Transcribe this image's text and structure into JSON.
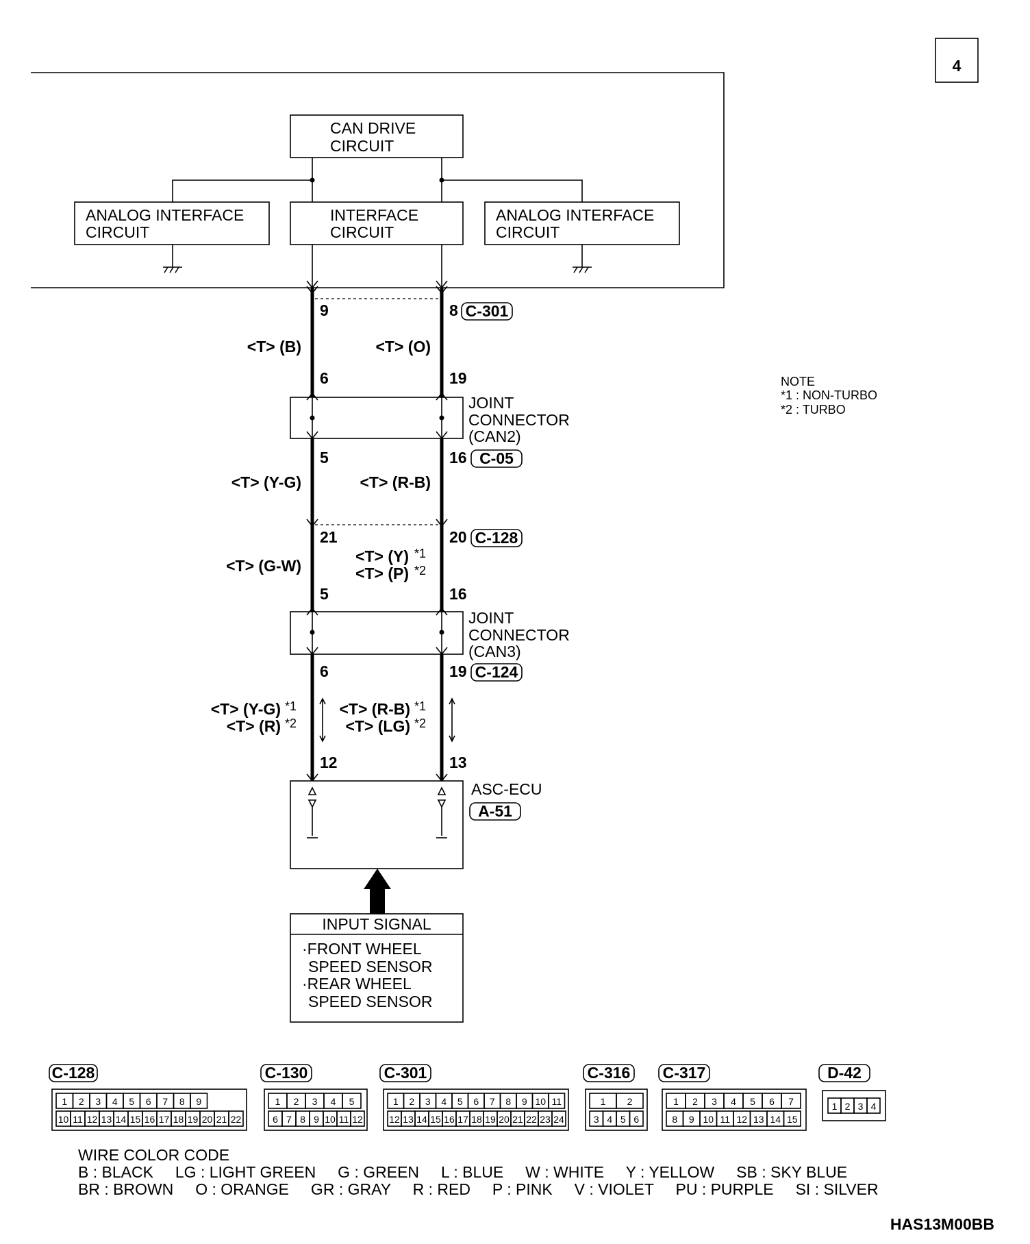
{
  "page_number": "4",
  "blocks": {
    "can_drive": [
      "CAN DRIVE",
      "CIRCUIT"
    ],
    "analog_left": [
      "ANALOG INTERFACE",
      "CIRCUIT"
    ],
    "interface": [
      "INTERFACE",
      "CIRCUIT"
    ],
    "analog_right": [
      "ANALOG INTERFACE",
      "CIRCUIT"
    ]
  },
  "connectors": {
    "c301_pins": [
      "9",
      "8"
    ],
    "c301_id": "C-301",
    "can2_top_pins": [
      "6",
      "19"
    ],
    "can2_label": [
      "JOINT",
      "CONNECTOR",
      "(CAN2)"
    ],
    "c05_pins": [
      "5",
      "16"
    ],
    "c05_id": "C-05",
    "c128_pins": [
      "21",
      "20"
    ],
    "c128_id": "C-128",
    "can3_top_pins": [
      "5",
      "16"
    ],
    "can3_label": [
      "JOINT",
      "CONNECTOR",
      "(CAN3)"
    ],
    "c124_pins": [
      "6",
      "19"
    ],
    "c124_id": "C-124",
    "ecu_pins": [
      "12",
      "13"
    ]
  },
  "wires": {
    "seg1_left": "<T> (B)",
    "seg1_right": "<T> (O)",
    "seg2_left": "<T> (Y-G)",
    "seg2_right": "<T> (R-B)",
    "seg3_left": "<T> (G-W)",
    "seg3_right_1": "<T> (Y)",
    "seg3_right_2": "<T> (P)",
    "seg4_left_1": "<T> (Y-G)",
    "seg4_left_2": "<T> (R)",
    "seg4_right_1": "<T> (R-B)",
    "seg4_right_2": "<T> (LG)",
    "mark1": "*1",
    "mark2": "*2"
  },
  "ecu": {
    "name": "ASC-ECU",
    "id": "A-51"
  },
  "input_signal": {
    "title": "INPUT SIGNAL",
    "lines": [
      "·FRONT WHEEL",
      "SPEED SENSOR",
      "·REAR WHEEL",
      "SPEED SENSOR"
    ]
  },
  "note": {
    "title": "NOTE",
    "line1": "*1 : NON-TURBO",
    "line2": "*2 : TURBO"
  },
  "connector_views": {
    "c128": {
      "id": "C-128",
      "top": [
        "1",
        "2",
        "3",
        "4",
        "5",
        "6",
        "7",
        "8",
        "9"
      ],
      "bottom": [
        "10",
        "11",
        "12",
        "13",
        "14",
        "15",
        "16",
        "17",
        "18",
        "19",
        "20",
        "21",
        "22"
      ]
    },
    "c130": {
      "id": "C-130",
      "top": [
        "1",
        "2",
        "3",
        "4",
        "5"
      ],
      "bottom": [
        "6",
        "7",
        "8",
        "9",
        "10",
        "11",
        "12"
      ]
    },
    "c301": {
      "id": "C-301",
      "top": [
        "1",
        "2",
        "3",
        "4",
        "5",
        "6",
        "7",
        "8",
        "9",
        "10",
        "11"
      ],
      "bottom": [
        "12",
        "13",
        "14",
        "15",
        "16",
        "17",
        "18",
        "19",
        "20",
        "21",
        "22",
        "23",
        "24"
      ]
    },
    "c316": {
      "id": "C-316",
      "top": [
        "1",
        "2"
      ],
      "bottom": [
        "3",
        "4",
        "5",
        "6"
      ]
    },
    "c317": {
      "id": "C-317",
      "top": [
        "1",
        "2",
        "3",
        "4",
        "5",
        "6",
        "7"
      ],
      "bottom": [
        "8",
        "9",
        "10",
        "11",
        "12",
        "13",
        "14",
        "15"
      ]
    },
    "d42": {
      "id": "D-42",
      "top": [
        "1",
        "2",
        "3",
        "4"
      ]
    }
  },
  "wire_color_code": {
    "title": "WIRE COLOR CODE",
    "row1": "B : BLACK     LG : LIGHT GREEN     G : GREEN     L : BLUE     W : WHITE     Y : YELLOW     SB : SKY BLUE",
    "row2": "BR : BROWN     O : ORANGE     GR : GRAY     R : RED     P : PINK     V : VIOLET     PU : PURPLE     SI : SILVER"
  },
  "figure_code": "HAS13M00BB"
}
